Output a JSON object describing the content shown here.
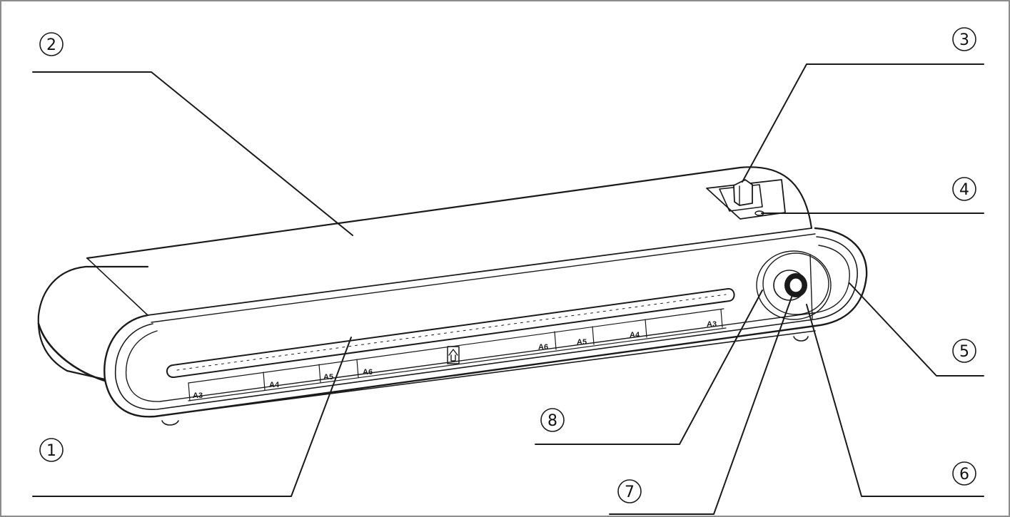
{
  "callouts": [
    {
      "id": "1",
      "label": "1"
    },
    {
      "id": "2",
      "label": "2"
    },
    {
      "id": "3",
      "label": "3"
    },
    {
      "id": "4",
      "label": "4"
    },
    {
      "id": "5",
      "label": "5"
    },
    {
      "id": "6",
      "label": "6"
    },
    {
      "id": "7",
      "label": "7"
    },
    {
      "id": "8",
      "label": "8"
    }
  ],
  "paper_guide_left": [
    "A3",
    "A4",
    "A5",
    "A6"
  ],
  "paper_guide_right": [
    "A6",
    "A5",
    "A4",
    "A3"
  ],
  "colors": {
    "line": "#1a1a1a",
    "border": "#8c8c8c",
    "background": "#ffffff"
  }
}
